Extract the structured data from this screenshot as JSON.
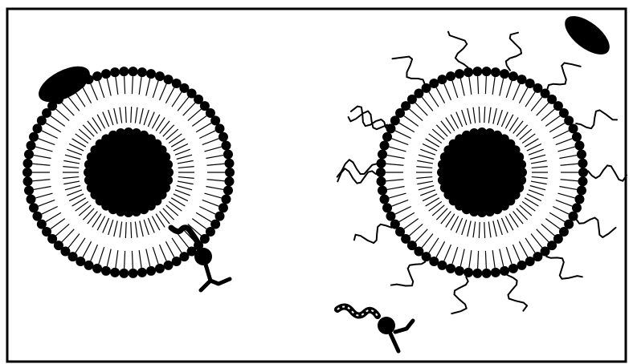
{
  "figure": {
    "background": "#ffffff",
    "ink": "#000000",
    "left_particle": {
      "kind": "liposome",
      "bilayer": "phospholipid",
      "surface_coating": "none",
      "attached_items": [
        "oval-protein",
        "antibody-ligand"
      ]
    },
    "right_particle": {
      "kind": "liposome",
      "bilayer": "phospholipid",
      "surface_coating": "polymer-chains",
      "detached_items": [
        "oval-protein",
        "antibody-ligand"
      ]
    }
  }
}
